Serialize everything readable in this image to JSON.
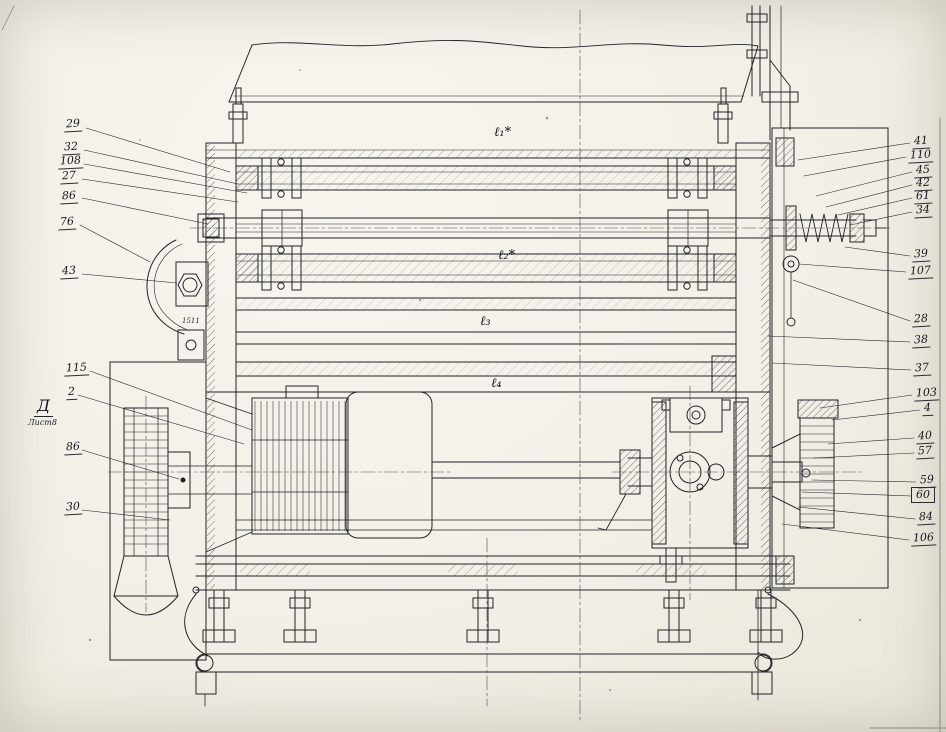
{
  "sheet": {
    "background": "#f2f0e7",
    "ink": "#23232a",
    "kind": "technical section drawing of machine assembly"
  },
  "drawing": {
    "dimension_labels": {
      "l1": "ℓ₁*",
      "l2": "ℓ₂*",
      "l3": "ℓ₃",
      "l4": "ℓ₄"
    },
    "view_marker": {
      "letter": "Д",
      "note": "Лист8"
    },
    "stamp_note": "1511",
    "callouts_left": [
      {
        "label": "29"
      },
      {
        "label": "32"
      },
      {
        "label": "108"
      },
      {
        "label": "27"
      },
      {
        "label": "86"
      },
      {
        "label": "76"
      },
      {
        "label": "43"
      },
      {
        "label": "115"
      },
      {
        "label": "2"
      },
      {
        "label": "86"
      },
      {
        "label": "30"
      }
    ],
    "callouts_right": [
      {
        "label": "41"
      },
      {
        "label": "110"
      },
      {
        "label": "45"
      },
      {
        "label": "42"
      },
      {
        "label": "61"
      },
      {
        "label": "34"
      },
      {
        "label": "39"
      },
      {
        "label": "107"
      },
      {
        "label": "28"
      },
      {
        "label": "38"
      },
      {
        "label": "37"
      },
      {
        "label": "103"
      },
      {
        "label": "4"
      },
      {
        "label": "40"
      },
      {
        "label": "57"
      },
      {
        "label": "59"
      },
      {
        "label": "60"
      },
      {
        "label": "84"
      },
      {
        "label": "106"
      }
    ]
  }
}
